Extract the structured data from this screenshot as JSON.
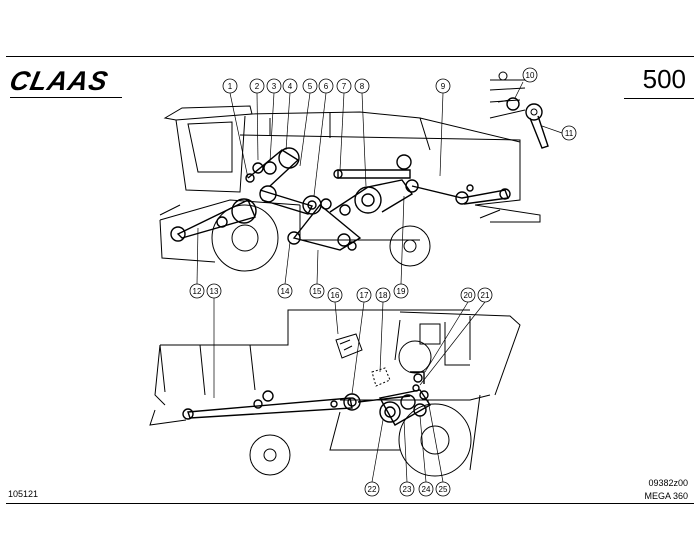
{
  "brand": "CLAAS",
  "page_number": "500",
  "doc_ref": "105121",
  "drawing_code": "09382z00",
  "model": "MEGA 360",
  "callouts": [
    "1",
    "2",
    "3",
    "4",
    "5",
    "6",
    "7",
    "8",
    "9",
    "10",
    "11",
    "12",
    "13",
    "14",
    "15",
    "16",
    "17",
    "18",
    "19",
    "20",
    "21",
    "22",
    "23",
    "24",
    "25"
  ]
}
